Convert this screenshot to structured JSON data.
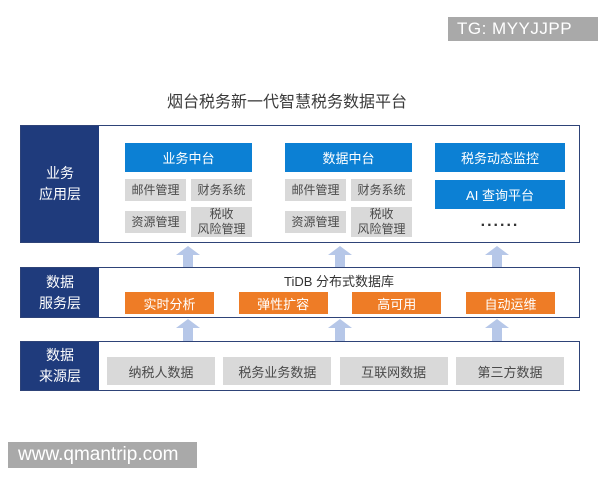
{
  "title": "烟台税务新一代智慧税务数据平台",
  "watermark_top": "TG: MYYJJPP",
  "watermark_bottom": "www.qmantrip.com",
  "colors": {
    "layer_label_navy": "#1f3b7c",
    "layer_border_navy": "#2e4378",
    "header_blue": "#0c80d4",
    "feature_orange": "#ee7c26",
    "module_gray": "#d9d9d9",
    "arrow_light_blue": "#b6c7e8",
    "watermark_gray": "#a9a9a9"
  },
  "layers": {
    "app": {
      "label": "业务\n应用层",
      "groups": [
        {
          "header": "业务中台",
          "items": [
            "邮件管理",
            "财务系统",
            "资源管理",
            "税收\n风险管理"
          ]
        },
        {
          "header": "数据中台",
          "items": [
            "邮件管理",
            "财务系统",
            "资源管理",
            "税收\n风险管理"
          ]
        }
      ],
      "monitor": "税务动态监控",
      "ai": "AI 查询平台",
      "ellipsis": "......"
    },
    "service": {
      "label": "数据\n服务层",
      "db_title": "TiDB 分布式数据库",
      "features": [
        "实时分析",
        "弹性扩容",
        "高可用",
        "自动运维"
      ]
    },
    "source": {
      "label": "数据\n来源层",
      "sources": [
        "纳税人数据",
        "税务业务数据",
        "互联网数据",
        "第三方数据"
      ]
    }
  }
}
